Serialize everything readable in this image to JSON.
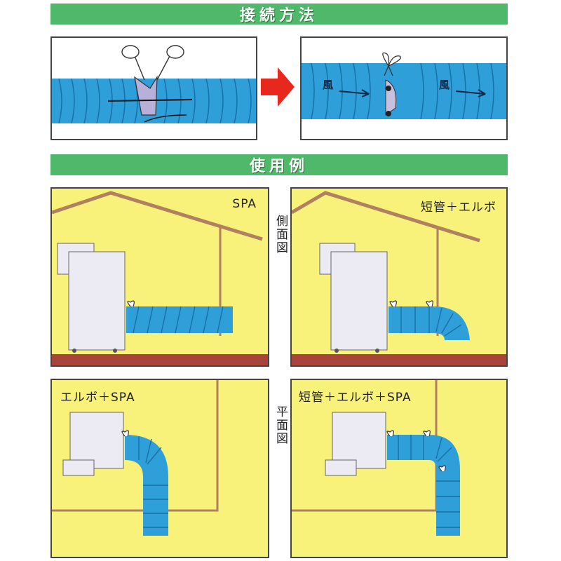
{
  "sections": {
    "connection_title": "接続方法",
    "usage_title": "使用例"
  },
  "connection": {
    "wind_label": "風"
  },
  "usage": {
    "side_view_label": "側面図",
    "plan_view_label": "平面図",
    "panels": [
      {
        "title": "SPA"
      },
      {
        "title": "短管＋エルボ"
      },
      {
        "title": "エルボ＋SPA"
      },
      {
        "title": "短管＋エルボ＋SPA"
      }
    ]
  },
  "colors": {
    "banner": "#4fb86a",
    "duct": "#2e9fd8",
    "panel_bg": "#f8f27a",
    "floor": "#a8453a",
    "arrow": "#e8281c"
  }
}
